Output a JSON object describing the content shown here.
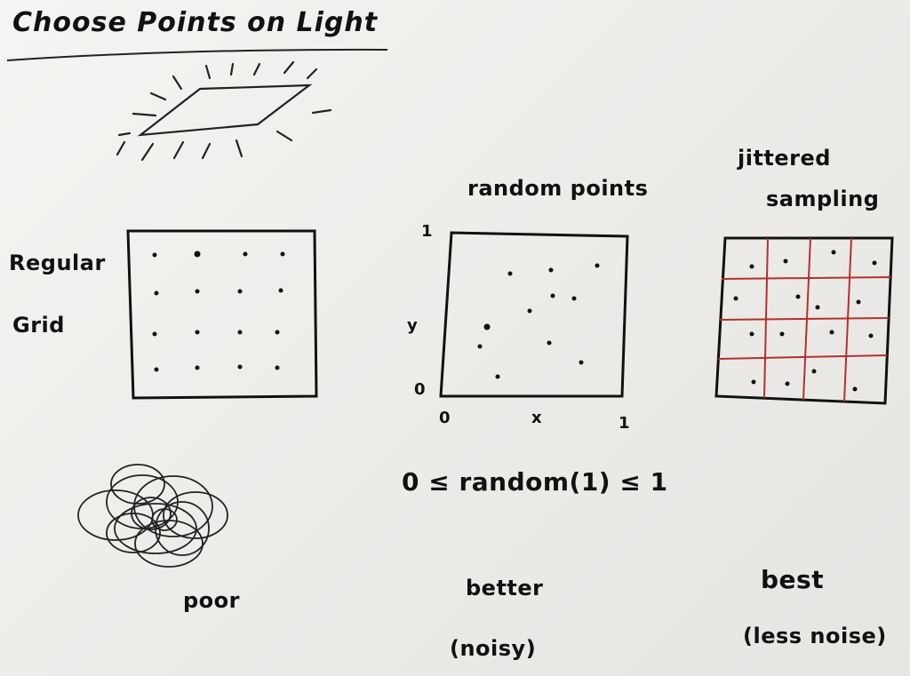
{
  "title": "Choose Points on Light",
  "regular": {
    "label_line1": "Regular",
    "label_line2": "Grid",
    "rating": "poor"
  },
  "random": {
    "label": "random points",
    "axis_y_top": "1",
    "axis_y_label": "y",
    "axis_y_bottom": "0",
    "axis_x_left": "0",
    "axis_x_label": "x",
    "axis_x_right": "1",
    "formula": "0 ≤ random(1) ≤ 1",
    "rating": "better",
    "note": "(noisy)"
  },
  "jittered": {
    "label_line1": "jittered",
    "label_line2": "sampling",
    "rating": "best",
    "note": "(less noise)"
  }
}
